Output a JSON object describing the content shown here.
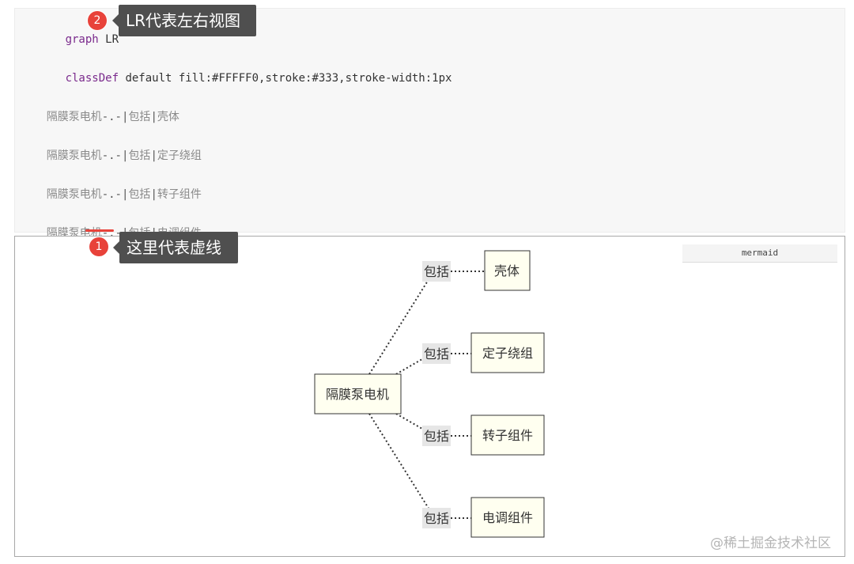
{
  "code": {
    "line1": {
      "keyword": "graph",
      "rest": " LR"
    },
    "line2": {
      "keyword": "classDef",
      "rest": " default fill:#FFFFF0,stroke:#333,stroke-width:1px"
    },
    "edges": [
      {
        "from": "隔膜泵电机",
        "arrow": "-.-",
        "label": "包括",
        "to": "壳体"
      },
      {
        "from": "隔膜泵电机",
        "arrow": "-.-",
        "label": "包括",
        "to": "定子绕组"
      },
      {
        "from": "隔膜泵电机",
        "arrow": "-.-",
        "label": "包括",
        "to": "转子组件"
      },
      {
        "from": "隔膜泵电机",
        "arrow": "-.-",
        "label": "包括",
        "to": "电调组件"
      }
    ]
  },
  "annotations": {
    "badge_1": "1",
    "callout_1": "这里代表虚线",
    "badge_2": "2",
    "callout_2": "LR代表左右视图"
  },
  "diagram": {
    "tag": "mermaid",
    "root": "隔膜泵电机",
    "edge_label": "包括",
    "children": [
      "壳体",
      "定子绕组",
      "转子组件",
      "电调组件"
    ]
  },
  "watermark": "@稀土掘金技术社区",
  "colors": {
    "node_fill": "#FFFFF0",
    "node_stroke": "#333333",
    "badge": "#e8423a",
    "callout_bg": "#4f4f4f",
    "keyword": "#7a2a8c"
  }
}
